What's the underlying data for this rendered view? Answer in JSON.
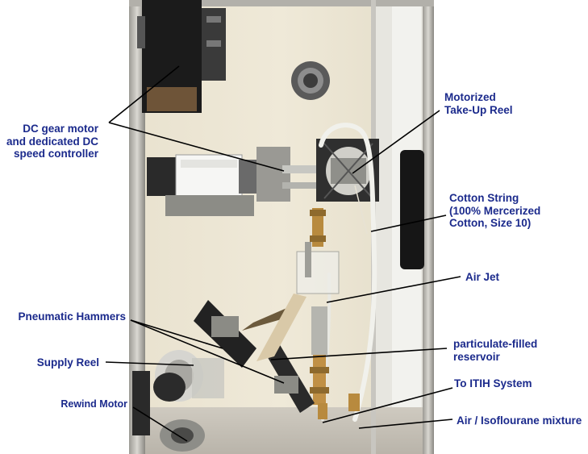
{
  "labels": {
    "dc_motor": [
      "DC gear motor",
      "and dedicated DC",
      "speed controller"
    ],
    "takeup_reel": [
      "Motorized",
      "Take-Up Reel"
    ],
    "cotton_string": [
      "Cotton String",
      "(100% Mercerized",
      "Cotton, Size 10)"
    ],
    "air_jet": [
      "Air Jet"
    ],
    "pneumatic_hammers": [
      "Pneumatic Hammers"
    ],
    "reservoir": [
      "particulate-filled",
      "reservoir"
    ],
    "supply_reel": [
      "Supply Reel"
    ],
    "itih": [
      "To ITIH System"
    ],
    "rewind_motor": [
      "Rewind Motor"
    ],
    "air_mixture": [
      "Air / Isoflourane mixture"
    ]
  },
  "colors": {
    "label": "#1b2a8c",
    "leader": "#000000"
  }
}
